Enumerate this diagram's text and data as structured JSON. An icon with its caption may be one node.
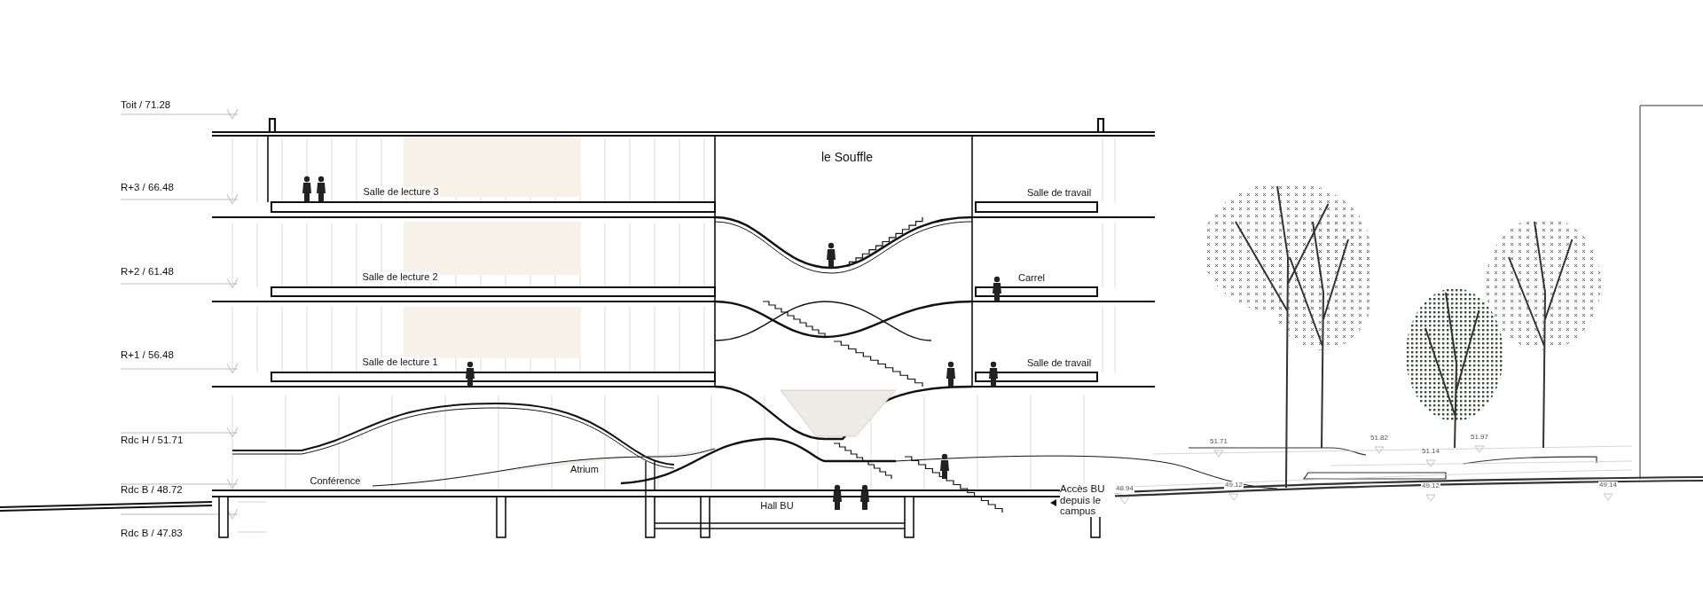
{
  "diagram": {
    "labels": [
      "Toit / 71.28",
      "R+3 / 66.48",
      "le Souffle",
      "Salle de lecture 3",
      "Salle de travail",
      "R+2 / 61.48",
      "Salle de lecture 2",
      "Carrel",
      "R+1 / 56.48",
      "Salle de lecture 1",
      "Salle de travail",
      "Rdc H / 51.71",
      "51.71",
      "51.82",
      "51.97",
      "51.14",
      "Atrium",
      "Conférence",
      "Rdc B / 48.72",
      "Accès BU depuis le campus",
      "48.94",
      "49.12",
      "49.12",
      "49.14",
      "Hall BU",
      "Rdc B / 47.83"
    ]
  }
}
